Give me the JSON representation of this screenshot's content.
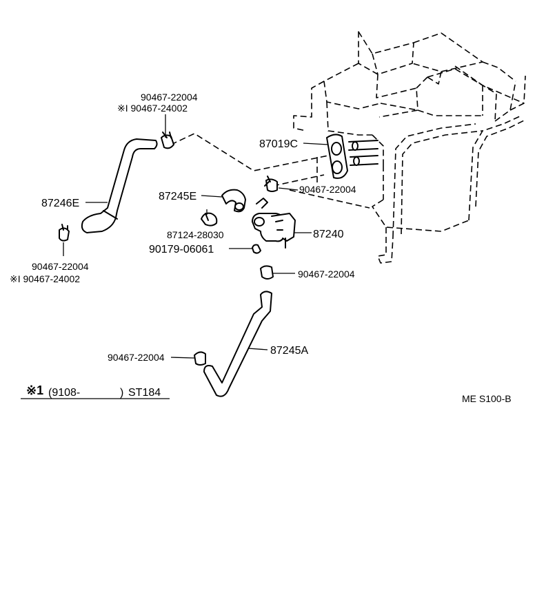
{
  "diagram": {
    "parts": {
      "hose_upper_left": "87246E",
      "clamp_top_1": "90467-22004",
      "clamp_top_2": "※I  90467-24002",
      "clamp_left_1": "90467-22004",
      "clamp_left_2": "※I  90467-24002",
      "grommet": "87019C",
      "clamp_right": "90467-22004",
      "hose_short": "87245E",
      "clip": "87124-28030",
      "bolt": "90179-06061",
      "valve": "87240",
      "clamp_valve_lower": "90467-22004",
      "hose_lower": "87245A",
      "clamp_lower_left": "90467-22004"
    },
    "footnote": {
      "mark": "※1",
      "range": "(9108-",
      "range_close": ")",
      "model": "ST184"
    },
    "diagram_code": "ME  S100-B"
  }
}
